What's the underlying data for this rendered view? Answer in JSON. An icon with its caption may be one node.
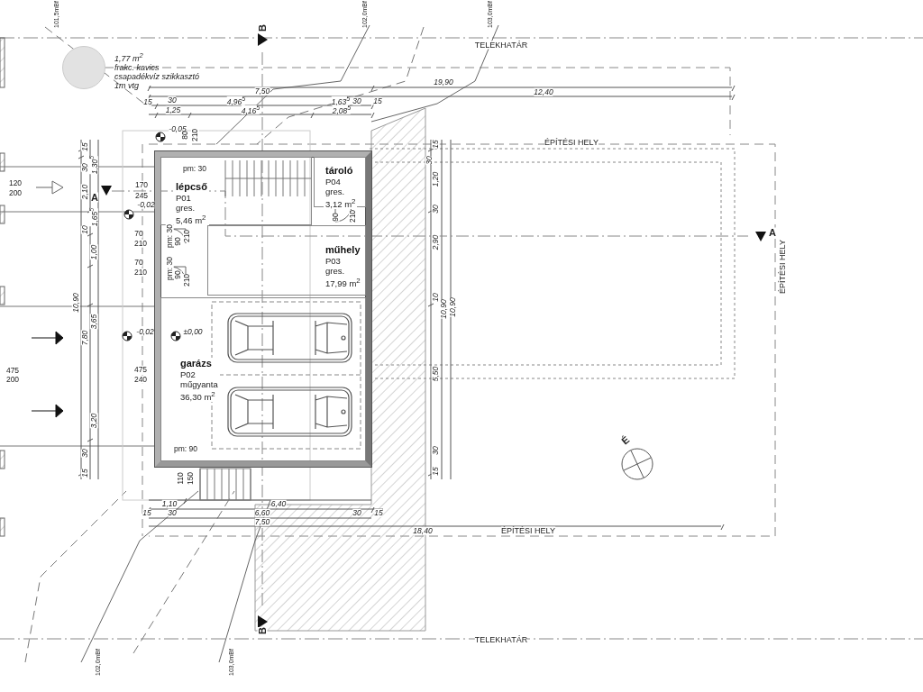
{
  "diagram": {
    "nodes": [
      {
        "text": [],
        "shape": "box"
      },
      {
        "text": [
          "lépcső",
          "P01",
          "gres.",
          "5,46 m$^{2}$"
        ],
        "in": 0
      },
      {
        "text": [
          "tároló",
          "P04",
          "gres.",
          "3,12 m$^{2}$"
        ],
        "in": 0
      },
      {
        "text": [
          "műhely",
          "P03",
          "gres.",
          "17,99 m$^{2}$"
        ],
        "in": 0
      },
      {
        "text": [
          "garázs",
          "P02",
          "műgyanta",
          "36,30 m$^{2}$"
        ],
        "in": 0
      },
      {
        "text": [],
        "shape": "circle",
        "beside": [
          "1,77 m$^{2}$",
          "frakc. kavics",
          "csapadékvíz szikkasztó",
          "1m vtg"
        ]
      }
    ],
    "labels": [
      "101,5mBf",
      "102,0mBf",
      "103,0mBf",
      "B",
      "TELEKHATÁR",
      "19,90",
      "7,50",
      "12,40",
      "15",
      "30",
      "4,96$^{5}$",
      "1,63$^{5}$",
      "30",
      "15",
      "1,25",
      "4,16$^{5}$",
      "2,08$^{5}$",
      "-0,05",
      "80",
      "210",
      "ÉPÍTÉSI HELY",
      "15",
      "30",
      "1,30$^{5}$",
      "2,10",
      "1,65$^{5}$",
      "10",
      "1,00",
      "10,90",
      "3,65",
      "7,80",
      "3,20",
      "30",
      "15",
      "pm: 30",
      "120",
      "200",
      "A",
      "170",
      "245",
      "-0,02",
      "90",
      "210",
      "70",
      "210",
      "pm: 30",
      "90",
      "210",
      "70",
      "210",
      "pm: 30",
      "90",
      "210",
      "-0,02",
      "±0,00",
      "475",
      "200",
      "475",
      "240",
      "pm: 90",
      "110",
      "150",
      "1,10",
      "6,40",
      "15",
      "30",
      "6,60",
      "30",
      "15",
      "7,50",
      "18,40",
      "ÉPÍTÉSI HELY",
      "15",
      "30",
      "1,20",
      "30",
      "2,90",
      "10",
      "10,90",
      "10,90",
      "5,50",
      "30",
      "15",
      "A",
      "ÉPÍTÉSI HELY",
      "É",
      "B",
      "102,0mBf",
      "103,0mBf",
      "TELEKHATÁR"
    ]
  }
}
